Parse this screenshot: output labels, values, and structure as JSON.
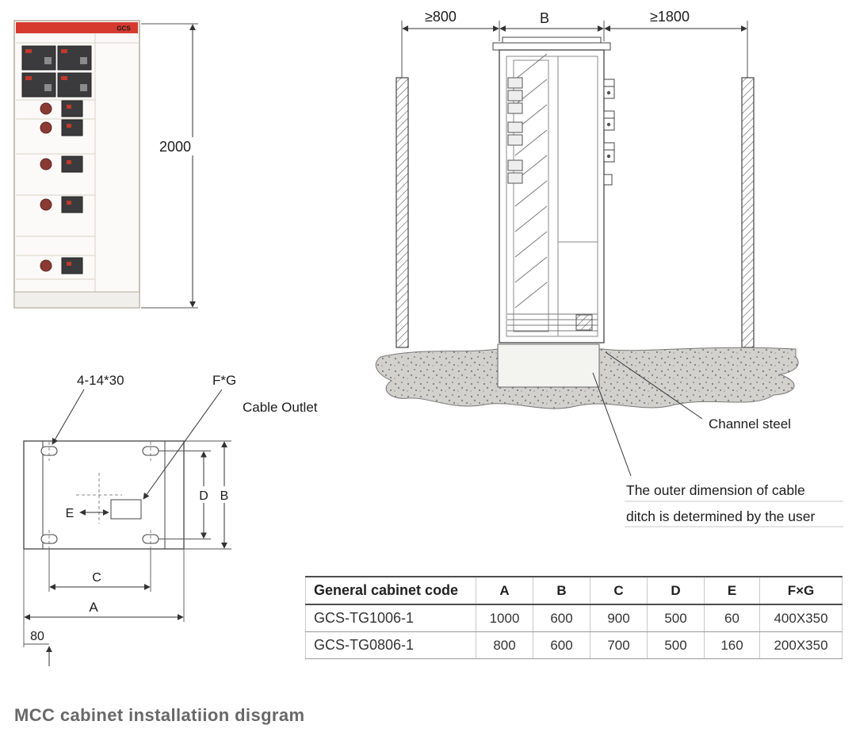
{
  "caption": "MCC cabinet installatiion disgram",
  "front_view": {
    "brand": "GCS",
    "height": "2000"
  },
  "side_view": {
    "clearance_left": "≥800",
    "width_label": "B",
    "clearance_right": "≥1800",
    "channel_steel": "Channel steel",
    "note_line1": "The outer dimension of cable",
    "note_line2": "ditch is determined by the user"
  },
  "plan_view": {
    "holes_label": "4-14*30",
    "outlet_size_label": "F*G",
    "cable_outlet_label": "Cable Outlet",
    "dim_e": "E",
    "dim_d": "D",
    "dim_b": "B",
    "dim_c": "C",
    "dim_a": "A",
    "dim_offset": "80"
  },
  "table": {
    "headers": [
      "General cabinet code",
      "A",
      "B",
      "C",
      "D",
      "E",
      "F×G"
    ],
    "rows": [
      [
        "GCS-TG1006-1",
        "1000",
        "600",
        "900",
        "500",
        "60",
        "400X350"
      ],
      [
        "GCS-TG0806-1",
        "800",
        "600",
        "700",
        "500",
        "160",
        "200X350"
      ]
    ]
  },
  "colors": {
    "brand_red": "#d63a2e",
    "line": "#333333",
    "concrete": "#d2d1ce"
  }
}
